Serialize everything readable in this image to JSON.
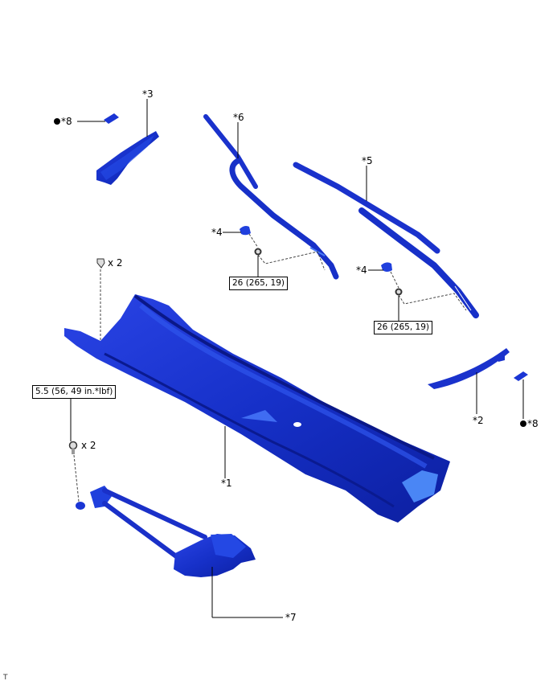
{
  "diagram": {
    "title": "Windshield wiper and cowl top ventilator louver exploded parts diagram",
    "part_color": "#1a2fd0",
    "callouts": [
      {
        "id": "p1",
        "label": "*1",
        "part": "cowl-top-ventilator-louver"
      },
      {
        "id": "p2",
        "label": "*2",
        "part": "cowl-side-seal-right"
      },
      {
        "id": "p3",
        "label": "*3",
        "part": "cowl-side-seal-left"
      },
      {
        "id": "p4a",
        "label": "*4",
        "part": "wiper-arm-head-cap"
      },
      {
        "id": "p4b",
        "label": "*4",
        "part": "wiper-arm-head-cap"
      },
      {
        "id": "p5",
        "label": "*5",
        "part": "wiper-arm-and-blade-right"
      },
      {
        "id": "p6",
        "label": "*6",
        "part": "wiper-arm-and-blade-left"
      },
      {
        "id": "p7",
        "label": "*7",
        "part": "wiper-motor-and-link"
      },
      {
        "id": "p8a",
        "label": "*8",
        "part": "clip-non-reusable",
        "marker": "filled-dot"
      },
      {
        "id": "p8b",
        "label": "*8",
        "part": "clip-non-reusable",
        "marker": "filled-dot"
      }
    ],
    "torque_specs": [
      {
        "id": "t1",
        "text": "26 (265, 19)"
      },
      {
        "id": "t2",
        "text": "26 (265, 19)"
      },
      {
        "id": "t3",
        "text": "5.5 (56, 49 in.*lbf)"
      }
    ],
    "quantities": [
      {
        "id": "q1",
        "text": "x 2",
        "fastener": "clip"
      },
      {
        "id": "q2",
        "text": "x 2",
        "fastener": "bolt"
      }
    ],
    "corner_mark": "T"
  }
}
